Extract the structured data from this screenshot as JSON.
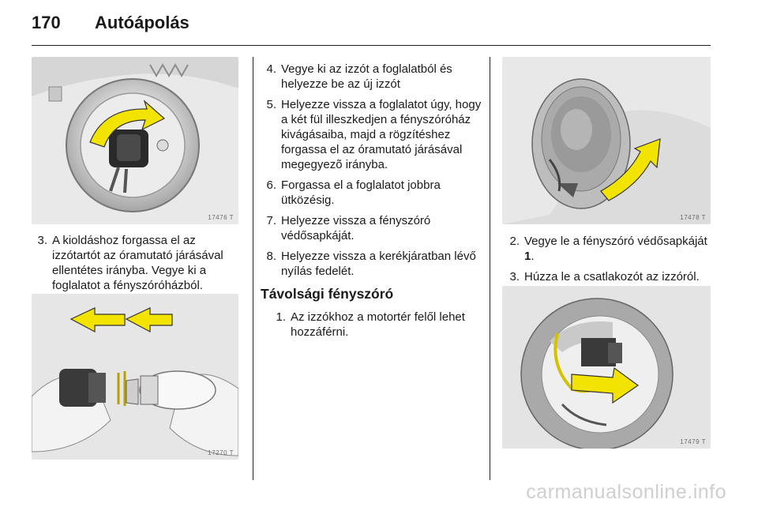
{
  "header": {
    "page_number": "170",
    "title": "Autóápolás"
  },
  "figures": {
    "fig1": {
      "code": "17476 T"
    },
    "fig2": {
      "code": "17270 T"
    },
    "fig3": {
      "code": "17478 T"
    },
    "fig4": {
      "code": "17479 T"
    }
  },
  "left_column": {
    "steps": [
      {
        "num": "3.",
        "text": "A kioldáshoz forgassa el az izzótartót az óramutató járásával ellentétes irányba. Vegye ki a foglalatot a fényszóróházból."
      }
    ]
  },
  "middle_column": {
    "steps": [
      {
        "num": "4.",
        "text": "Vegye ki az izzót a foglalatból és helyezze be az új izzót"
      },
      {
        "num": "5.",
        "text": "Helyezze vissza a foglalatot úgy, hogy a két fül illeszkedjen a fényszóróház kivágásaiba, majd a rögzítéshez forgassa el az óramutató járásával megegyezõ irányba."
      },
      {
        "num": "6.",
        "text": "Forgassa el a foglalatot jobbra ütközésig."
      },
      {
        "num": "7.",
        "text": "Helyezze vissza a fényszóró védősapkáját."
      },
      {
        "num": "8.",
        "text": "Helyezze vissza a kerékjáratban lévő nyílás fedelét."
      }
    ],
    "section_heading": "Távolsági fényszóró",
    "section_steps": [
      {
        "num": "1.",
        "text": "Az izzókhoz a motortér felől lehet hozzáférni."
      }
    ]
  },
  "right_column": {
    "steps": [
      {
        "num": "2.",
        "text_before": "Vegye le a fényszóró védősapkáját ",
        "bold": "1",
        "text_after": "."
      },
      {
        "num": "3.",
        "text": "Húzza le a csatlakozót az izzóról."
      }
    ]
  },
  "watermark": "carmanualsonline.info",
  "colors": {
    "arrow_yellow": "#f2e300",
    "figure_gray": "#bdbdbd",
    "rule": "#222222"
  }
}
